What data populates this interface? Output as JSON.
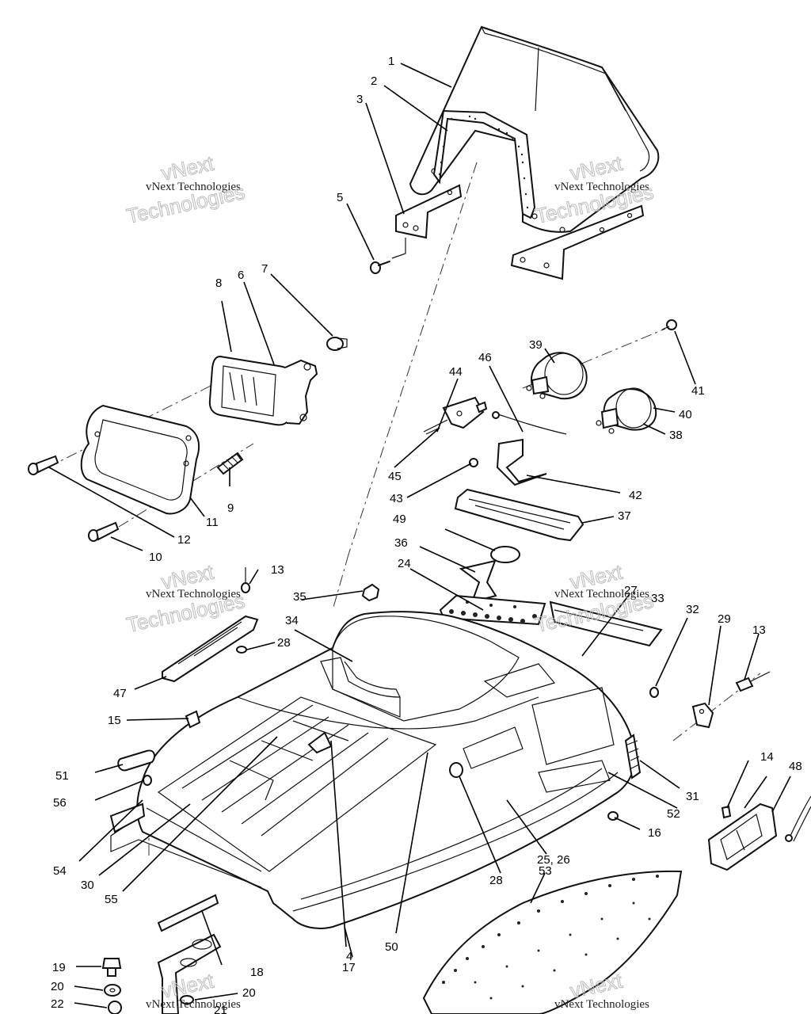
{
  "watermark": {
    "line1": "vNext",
    "line2": "vNext Technologies",
    "line3": "Technologies"
  },
  "callouts": [
    {
      "id": "c1",
      "label": "1"
    },
    {
      "id": "c2",
      "label": "2"
    },
    {
      "id": "c3",
      "label": "3"
    },
    {
      "id": "c4",
      "label": "4"
    },
    {
      "id": "c5",
      "label": "5"
    },
    {
      "id": "c6",
      "label": "6"
    },
    {
      "id": "c7",
      "label": "7"
    },
    {
      "id": "c8",
      "label": "8"
    },
    {
      "id": "c9",
      "label": "9"
    },
    {
      "id": "c10",
      "label": "10"
    },
    {
      "id": "c11",
      "label": "11"
    },
    {
      "id": "c12",
      "label": "12"
    },
    {
      "id": "c13a",
      "label": "13"
    },
    {
      "id": "c13b",
      "label": "13"
    },
    {
      "id": "c14",
      "label": "14"
    },
    {
      "id": "c15",
      "label": "15"
    },
    {
      "id": "c16",
      "label": "16"
    },
    {
      "id": "c17",
      "label": "17"
    },
    {
      "id": "c18",
      "label": "18"
    },
    {
      "id": "c19",
      "label": "19"
    },
    {
      "id": "c20a",
      "label": "20"
    },
    {
      "id": "c20b",
      "label": "20"
    },
    {
      "id": "c21",
      "label": "21"
    },
    {
      "id": "c22",
      "label": "22"
    },
    {
      "id": "c24",
      "label": "24"
    },
    {
      "id": "c2526",
      "label": "25, 26"
    },
    {
      "id": "c27",
      "label": "27"
    },
    {
      "id": "c28a",
      "label": "28"
    },
    {
      "id": "c28b",
      "label": "28"
    },
    {
      "id": "c29",
      "label": "29"
    },
    {
      "id": "c30",
      "label": "30"
    },
    {
      "id": "c31",
      "label": "31"
    },
    {
      "id": "c32",
      "label": "32"
    },
    {
      "id": "c33",
      "label": "33"
    },
    {
      "id": "c34",
      "label": "34"
    },
    {
      "id": "c35",
      "label": "35"
    },
    {
      "id": "c36",
      "label": "36"
    },
    {
      "id": "c37",
      "label": "37"
    },
    {
      "id": "c38",
      "label": "38"
    },
    {
      "id": "c39",
      "label": "39"
    },
    {
      "id": "c40",
      "label": "40"
    },
    {
      "id": "c41",
      "label": "41"
    },
    {
      "id": "c42",
      "label": "42"
    },
    {
      "id": "c43",
      "label": "43"
    },
    {
      "id": "c44",
      "label": "44"
    },
    {
      "id": "c45",
      "label": "45"
    },
    {
      "id": "c46",
      "label": "46"
    },
    {
      "id": "c47",
      "label": "47"
    },
    {
      "id": "c48",
      "label": "48"
    },
    {
      "id": "c49",
      "label": "49"
    },
    {
      "id": "c50",
      "label": "50"
    },
    {
      "id": "c51",
      "label": "51"
    },
    {
      "id": "c52",
      "label": "52"
    },
    {
      "id": "c53",
      "label": "53"
    },
    {
      "id": "c54",
      "label": "54"
    },
    {
      "id": "c55",
      "label": "55"
    },
    {
      "id": "c56",
      "label": "56"
    }
  ]
}
